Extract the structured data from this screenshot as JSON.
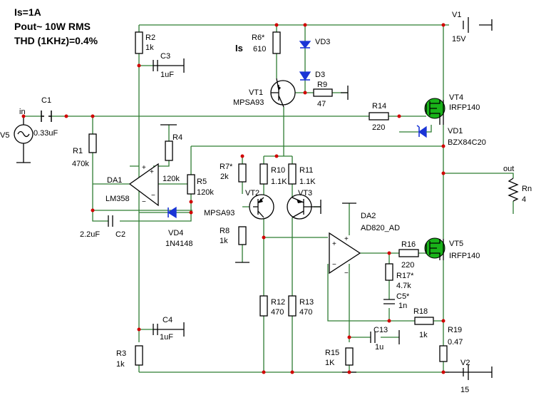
{
  "header": {
    "line1": "Is=1A",
    "line2": "Pout~ 10W RMS",
    "line3": "THD (1KHz)=0.4%"
  },
  "labels": {
    "is": "Is",
    "in": "in",
    "out": "out",
    "v5": "V5",
    "c1": "C1",
    "c1v": "0.33uF",
    "r1": "R1",
    "r1v": "470k",
    "r2": "R2",
    "r2v": "1k",
    "c3": "C3",
    "c3v": "1uF",
    "r6": "R6*",
    "r6v": "610",
    "vd3": "VD3",
    "d3": "D3",
    "r9": "R9",
    "r9v": "47",
    "vt1": "VT1",
    "vt1v": "MPSA93",
    "v1": "V1",
    "v1v": "15V",
    "vt4": "VT4",
    "vt4v": "IRFP140",
    "r14": "R14",
    "r14v": "220",
    "vd1": "VD1",
    "vd1v": "BZX84C20",
    "r4": "R4",
    "r4v": "120k",
    "da1": "DA1",
    "da1v": "LM358",
    "r5": "R5",
    "r5v": "120k",
    "r7": "R7*",
    "r7v": "2k",
    "r10": "R10",
    "r10v": "1.1K",
    "r11": "R11",
    "r11v": "1.1K",
    "rn": "Rn",
    "rnv": "4",
    "vt2": "VT2",
    "vt2v": "MPSA93",
    "vt3": "VT3",
    "vd4": "VD4",
    "vd4v": "1N4148",
    "c2": "C2",
    "c2v": "2.2uF",
    "r8": "R8",
    "r8v": "1k",
    "da2": "DA2",
    "da2v": "AD820_AD",
    "r16": "R16",
    "r16v": "220",
    "vt5": "VT5",
    "vt5v": "IRFP140",
    "r17": "R17*",
    "r17v": "4.7k",
    "c5": "C5*",
    "c5v": "1n",
    "r12": "R12",
    "r12v": "470",
    "r13": "R13",
    "r13v": "470",
    "r18": "R18",
    "r18v": "1k",
    "r19": "R19",
    "r19v": "0.47",
    "c4": "C4",
    "c4v": "1uF",
    "c13": "C13",
    "c13v": "1u",
    "r3": "R3",
    "r3v": "1k",
    "r15": "R15",
    "r15v": "1K",
    "v2": "V2",
    "v2v": "15"
  },
  "colors": {
    "wire": "#2e7d32",
    "component": "#000000",
    "junction": "#d10000",
    "diode": "#1a35d6",
    "mosfet": "#19b319"
  }
}
